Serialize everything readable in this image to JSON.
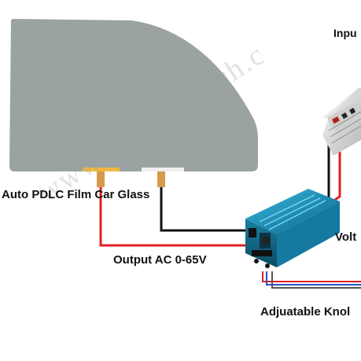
{
  "labels": {
    "glass": "Auto PDLC Film Car Glass",
    "output": "Output AC 0-65V",
    "knob": "Adjuatable Knol",
    "voltage": "Volt",
    "input": "Inpu"
  },
  "watermark": "www.yanlongtech.c",
  "colors": {
    "glass": "#9ba3a2",
    "film_connector": "#f0b841",
    "connector_pad": "#d69a4f",
    "wire_positive": "#e02020",
    "wire_negative": "#111111",
    "wire_blue": "#2a4fd0",
    "controller_body": "#1f8fb5",
    "input_box": "#dcdcdc"
  },
  "icons": {
    "controller": "pdlc-controller-icon",
    "power_input": "power-inverter-icon",
    "glass": "car-glass-icon"
  }
}
